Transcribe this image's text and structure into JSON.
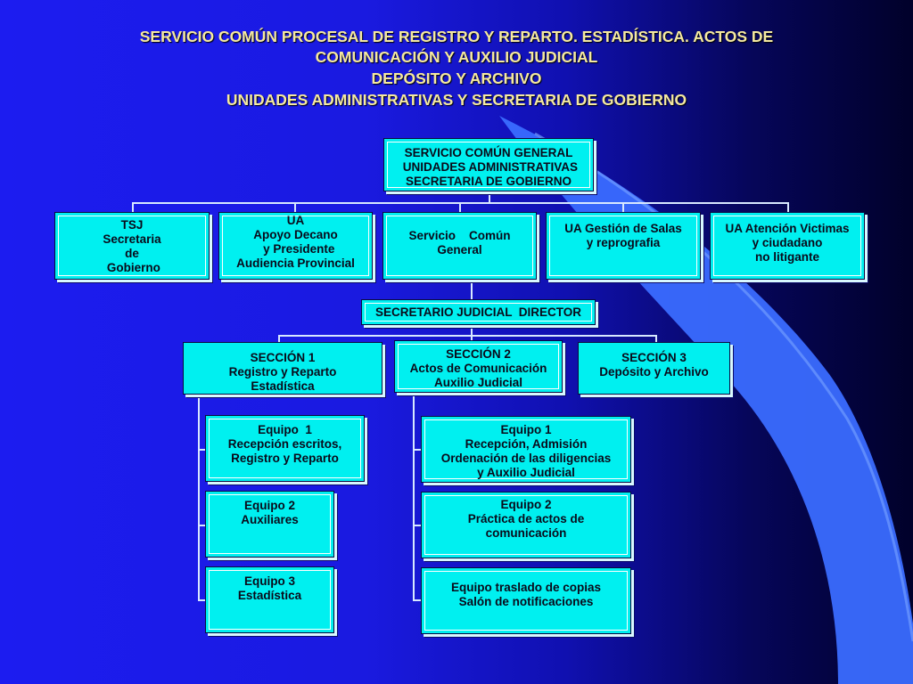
{
  "title": {
    "line1": "SERVICIO COMÚN PROCESAL DE REGISTRO Y REPARTO. ESTADÍSTICA. ACTOS DE",
    "line2": "COMUNICACIÓN Y AUXILIO JUDICIAL",
    "line3": "DEPÓSITO Y ARCHIVO",
    "line4": "UNIDADES ADMINISTRATIVAS Y SECRETARIA DE GOBIERNO"
  },
  "top_box": "SERVICIO COMÚN GENERAL\n UNIDADES ADMINISTRATIVAS\nSECRETARIA DE GOBIERNO",
  "units": {
    "tsj": "TSJ\nSecretaria\nde\n Gobierno",
    "apoyo": "UA\nApoyo Decano\n  y Presidente\nAudiencia Provincial",
    "servicio": "Servicio    Común\nGeneral",
    "gestion": "UA Gestión de Salas\ny reprografia",
    "atencion": "UA Atención Victimas\ny ciudadano\nno litigante"
  },
  "director": "SECRETARIO JUDICIAL  DIRECTOR",
  "sections": {
    "s1": "SECCIÓN 1\nRegistro y Reparto\nEstadística",
    "s2": "SECCIÓN 2\nActos de Comunicación\nAuxilio Judicial",
    "s3": "SECCIÓN 3\nDepósito y Archivo"
  },
  "teams_s1": {
    "t1": "Equipo  1\nRecepción escritos,\nRegistro y Reparto",
    "t2": "Equipo 2\nAuxiliares",
    "t3": "Equipo 3\nEstadística"
  },
  "teams_s2": {
    "t1": "Equipo 1\nRecepción, Admisión\nOrdenación de las diligencias\ny Auxilio Judicial",
    "t2": "Equipo 2\nPráctica de actos de\ncomunicación",
    "t3": "Equipo traslado de copias\nSalón de notificaciones"
  },
  "colors": {
    "title": "#f5e9a0",
    "box_fill": "#00f0f0",
    "background": "#1c1cf0",
    "swoosh": "#3366ff"
  }
}
